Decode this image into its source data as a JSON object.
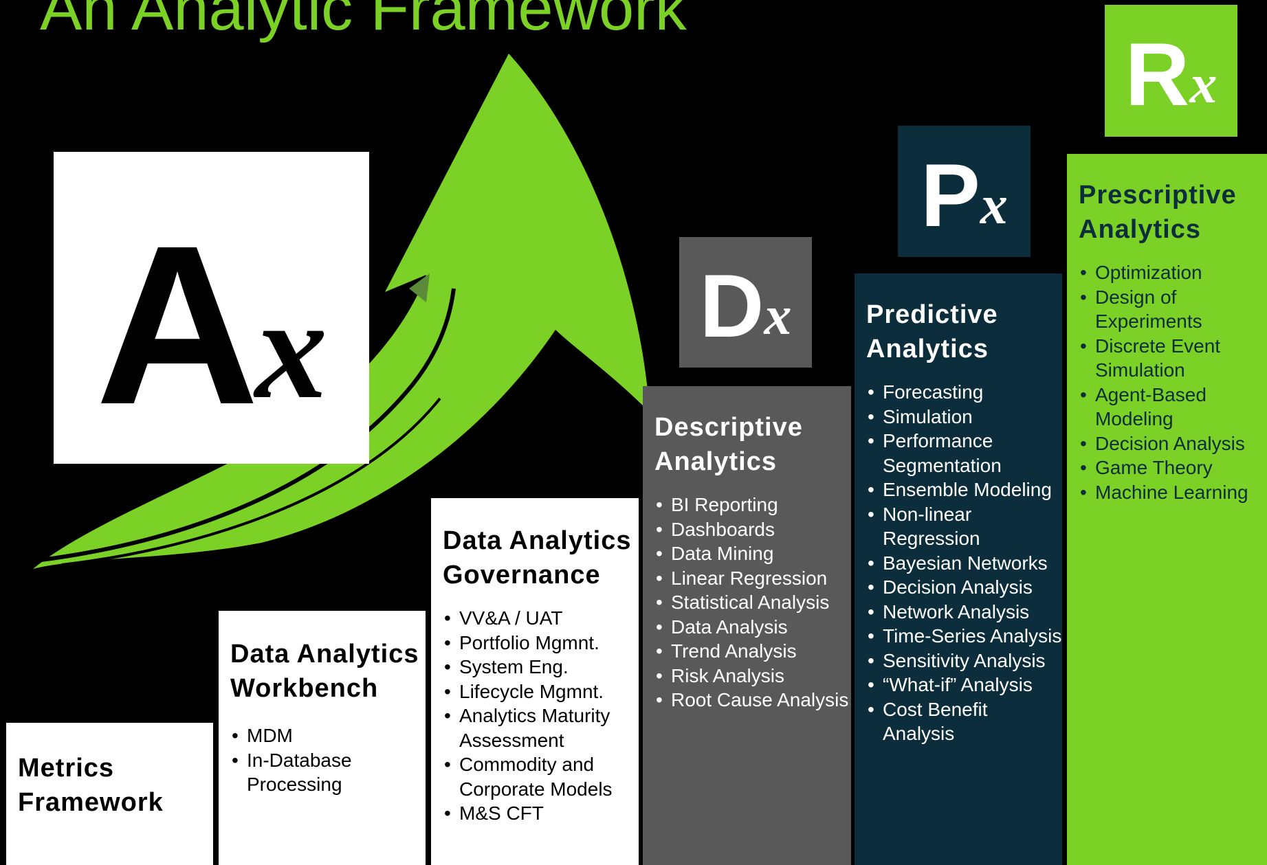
{
  "title": "An Analytic Framework",
  "colors": {
    "green": "#7bd125",
    "dark_gray": "#595959",
    "navy": "#0c2d3b",
    "white": "#ffffff",
    "black": "#000000"
  },
  "logos": {
    "ax": {
      "letter": "A",
      "sub": "x"
    },
    "dx": {
      "letter": "D",
      "sub": "x"
    },
    "px": {
      "letter": "P",
      "sub": "x"
    },
    "rx": {
      "letter": "R",
      "sub": "x"
    }
  },
  "columns": [
    {
      "id": "metrics",
      "title": "Metrics Framework",
      "items": []
    },
    {
      "id": "workbench",
      "title": "Data Analytics Workbench",
      "items": [
        "MDM",
        "In-Database Processing"
      ]
    },
    {
      "id": "governance",
      "title": "Data Analytics Governance",
      "items": [
        "VV&A / UAT",
        "Portfolio Mgmnt.",
        "System Eng.",
        "Lifecycle Mgmnt.",
        "Analytics Maturity Assessment",
        "Commodity and Corporate Models",
        "M&S CFT"
      ]
    },
    {
      "id": "descriptive",
      "title": "Descriptive Analytics",
      "items": [
        "BI Reporting",
        "Dashboards",
        "Data Mining",
        "Linear Regression",
        "Statistical Analysis",
        "Data Analysis",
        "Trend Analysis",
        "Risk Analysis",
        "Root Cause Analysis"
      ]
    },
    {
      "id": "predictive",
      "title": "Predictive Analytics",
      "items": [
        "Forecasting",
        "Simulation",
        "Performance Segmentation",
        "Ensemble Modeling",
        "Non-linear Regression",
        "Bayesian Networks",
        "Decision Analysis",
        "Network Analysis",
        "Time-Series Analysis",
        "Sensitivity Analysis",
        "“What-if” Analysis",
        "Cost Benefit Analysis"
      ]
    },
    {
      "id": "prescriptive",
      "title": "Prescriptive Analytics",
      "items": [
        "Optimization",
        "Design of Experiments",
        "Discrete Event Simulation",
        "Agent-Based Modeling",
        "Decision Analysis",
        "Game Theory",
        "Machine Learning"
      ]
    }
  ]
}
